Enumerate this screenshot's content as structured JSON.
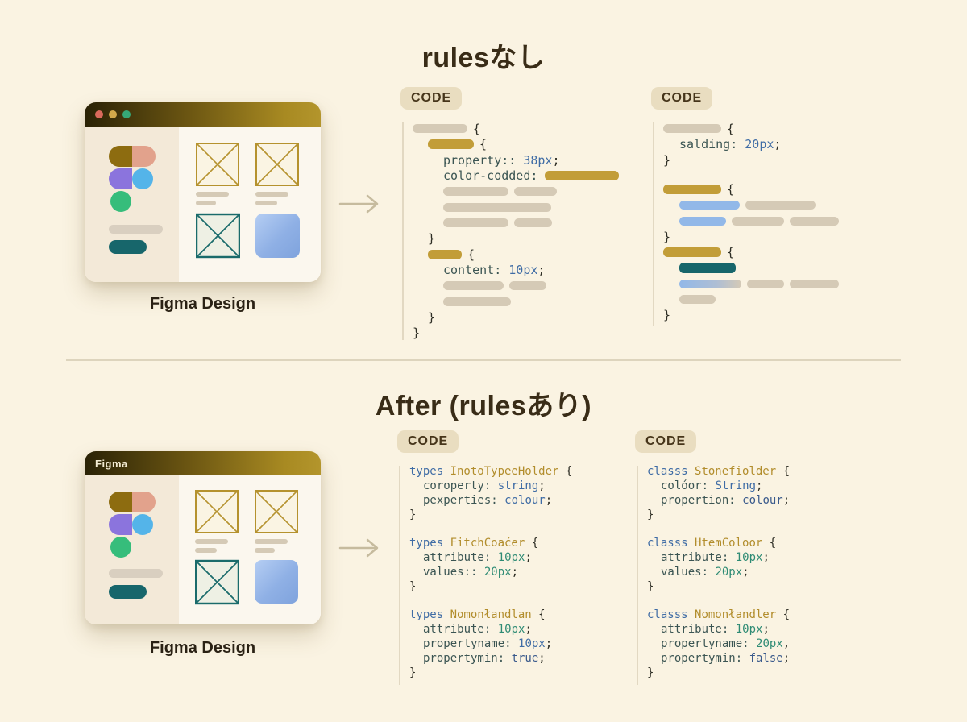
{
  "before": {
    "title": "rulesなし",
    "figma": {
      "caption": "Figma Design"
    },
    "code1": {
      "badge": "CODE",
      "lines": [
        {
          "in": 0,
          "toks": [
            {
              "pill": "gray",
              "w": 68
            },
            {
              "s": "{",
              "c": "brace"
            }
          ]
        },
        {
          "in": 1,
          "toks": [
            {
              "pill": "gold",
              "w": 57
            },
            {
              "s": "{",
              "c": "brace"
            }
          ]
        },
        {
          "in": 2,
          "toks": [
            {
              "s": "property:: ",
              "c": "name"
            },
            {
              "s": "38px",
              "c": "blue"
            },
            {
              "s": ";",
              "c": "brace"
            }
          ]
        },
        {
          "in": 2,
          "toks": [
            {
              "s": "color-codded: ",
              "c": "name"
            },
            {
              "pill": "gold",
              "w": 92
            }
          ]
        },
        {
          "in": 2,
          "toks": [
            {
              "pill": "gray",
              "w": 81
            },
            {
              "pill": "gray",
              "w": 53
            }
          ]
        },
        {
          "in": 2,
          "toks": [
            {
              "pill": "gray",
              "w": 134
            }
          ]
        },
        {
          "in": 2,
          "toks": [
            {
              "pill": "gray",
              "w": 81
            },
            {
              "pill": "gray",
              "w": 47
            }
          ]
        },
        {
          "in": 1,
          "toks": [
            {
              "s": "}",
              "c": "brace"
            }
          ]
        },
        {
          "in": 1,
          "toks": [
            {
              "pill": "gold",
              "w": 42
            },
            {
              "s": "{",
              "c": "brace"
            }
          ]
        },
        {
          "in": 2,
          "toks": [
            {
              "s": "content: ",
              "c": "name"
            },
            {
              "s": "10px",
              "c": "blue"
            },
            {
              "s": ";",
              "c": "brace"
            }
          ]
        },
        {
          "in": 2,
          "toks": [
            {
              "pill": "gray",
              "w": 75
            },
            {
              "pill": "gray",
              "w": 46
            }
          ]
        },
        {
          "in": 2,
          "toks": [
            {
              "pill": "gray",
              "w": 84
            }
          ]
        },
        {
          "in": 1,
          "toks": [
            {
              "s": "}",
              "c": "brace"
            }
          ]
        },
        {
          "in": 0,
          "toks": [
            {
              "s": "}",
              "c": "brace"
            }
          ]
        }
      ]
    },
    "code2": {
      "badge": "CODE",
      "lines": [
        {
          "in": 0,
          "toks": [
            {
              "pill": "gray",
              "w": 72
            },
            {
              "s": "{",
              "c": "brace"
            }
          ]
        },
        {
          "in": 1,
          "toks": [
            {
              "s": "salding: ",
              "c": "name"
            },
            {
              "s": "20px",
              "c": "blue"
            },
            {
              "s": ";",
              "c": "brace"
            }
          ]
        },
        {
          "in": 0,
          "toks": [
            {
              "s": "}",
              "c": "brace"
            }
          ]
        },
        {
          "in": 0,
          "gap": true,
          "toks": [
            {
              "pill": "gold",
              "w": 72
            },
            {
              "s": "{",
              "c": "brace"
            }
          ]
        },
        {
          "in": 1,
          "toks": [
            {
              "pill": "blue",
              "w": 75
            },
            {
              "pill": "gray",
              "w": 87
            }
          ]
        },
        {
          "in": 1,
          "toks": [
            {
              "pill": "blue",
              "w": 58
            },
            {
              "pill": "gray",
              "w": 65
            },
            {
              "pill": "gray",
              "w": 61
            }
          ]
        },
        {
          "in": 0,
          "toks": [
            {
              "s": "}",
              "c": "brace"
            }
          ]
        },
        {
          "in": 0,
          "toks": [
            {
              "pill": "gold",
              "w": 72
            },
            {
              "s": "{",
              "c": "brace"
            }
          ]
        },
        {
          "in": 1,
          "toks": [
            {
              "pill": "teal",
              "w": 70
            }
          ]
        },
        {
          "in": 1,
          "toks": [
            {
              "pill": "bluefade",
              "w": 77
            },
            {
              "pill": "gray",
              "w": 46
            },
            {
              "pill": "gray",
              "w": 61
            }
          ]
        },
        {
          "in": 1,
          "toks": [
            {
              "pill": "gray",
              "w": 45
            }
          ]
        },
        {
          "in": 0,
          "toks": [
            {
              "s": "}",
              "c": "brace"
            }
          ]
        }
      ]
    }
  },
  "after": {
    "title": "After (rulesあり)",
    "figma": {
      "caption": "Figma Design",
      "titlebar": "Figma"
    },
    "code1": {
      "badge": "CODE",
      "lines": [
        {
          "in": 0,
          "toks": [
            {
              "s": "types ",
              "c": "blue"
            },
            {
              "s": "InotoTypeeHolder ",
              "c": "gold"
            },
            {
              "s": "{",
              "c": "brace"
            }
          ]
        },
        {
          "in": 1,
          "toks": [
            {
              "s": "coroperty: ",
              "c": "name"
            },
            {
              "s": "string",
              "c": "blue"
            },
            {
              "s": ";",
              "c": "brace"
            }
          ]
        },
        {
          "in": 1,
          "toks": [
            {
              "s": "pexperties: ",
              "c": "name"
            },
            {
              "s": "colour",
              "c": "blue"
            },
            {
              "s": ";",
              "c": "brace"
            }
          ]
        },
        {
          "in": 0,
          "toks": [
            {
              "s": "}",
              "c": "brace"
            }
          ]
        },
        {
          "in": 0,
          "gap": true,
          "toks": [
            {
              "s": "types ",
              "c": "blue"
            },
            {
              "s": "FitchCoaćer ",
              "c": "gold"
            },
            {
              "s": "{",
              "c": "brace"
            }
          ]
        },
        {
          "in": 1,
          "toks": [
            {
              "s": "attribute: ",
              "c": "name"
            },
            {
              "s": "10px",
              "c": "teal"
            },
            {
              "s": ";",
              "c": "brace"
            }
          ]
        },
        {
          "in": 1,
          "toks": [
            {
              "s": "values:: ",
              "c": "name"
            },
            {
              "s": "20px",
              "c": "teal"
            },
            {
              "s": ";",
              "c": "brace"
            }
          ]
        },
        {
          "in": 0,
          "toks": [
            {
              "s": "}",
              "c": "brace"
            }
          ]
        },
        {
          "in": 0,
          "gap": true,
          "toks": [
            {
              "s": "types ",
              "c": "blue"
            },
            {
              "s": "Nomonłandlan ",
              "c": "gold"
            },
            {
              "s": "{",
              "c": "brace"
            }
          ]
        },
        {
          "in": 1,
          "toks": [
            {
              "s": "attribute: ",
              "c": "name"
            },
            {
              "s": "10px",
              "c": "teal"
            },
            {
              "s": ";",
              "c": "brace"
            }
          ]
        },
        {
          "in": 1,
          "toks": [
            {
              "s": "propertyname: ",
              "c": "name"
            },
            {
              "s": "10px",
              "c": "blue"
            },
            {
              "s": ";",
              "c": "brace"
            }
          ]
        },
        {
          "in": 1,
          "toks": [
            {
              "s": "propertymin: ",
              "c": "name"
            },
            {
              "s": "true",
              "c": "navy"
            },
            {
              "s": ";",
              "c": "brace"
            }
          ]
        },
        {
          "in": 0,
          "toks": [
            {
              "s": "}",
              "c": "brace"
            }
          ]
        }
      ]
    },
    "code2": {
      "badge": "CODE",
      "lines": [
        {
          "in": 0,
          "toks": [
            {
              "s": "classs ",
              "c": "blue"
            },
            {
              "s": "Stonefiolder ",
              "c": "gold"
            },
            {
              "s": "{",
              "c": "brace"
            }
          ]
        },
        {
          "in": 1,
          "toks": [
            {
              "s": "colóor: ",
              "c": "name"
            },
            {
              "s": "String",
              "c": "blue"
            },
            {
              "s": ";",
              "c": "brace"
            }
          ]
        },
        {
          "in": 1,
          "toks": [
            {
              "s": "propertion: ",
              "c": "name"
            },
            {
              "s": "colour",
              "c": "navy"
            },
            {
              "s": ";",
              "c": "brace"
            }
          ]
        },
        {
          "in": 0,
          "toks": [
            {
              "s": "}",
              "c": "brace"
            }
          ]
        },
        {
          "in": 0,
          "gap": true,
          "toks": [
            {
              "s": "classs ",
              "c": "blue"
            },
            {
              "s": "HtemColoor ",
              "c": "gold"
            },
            {
              "s": "{",
              "c": "brace"
            }
          ]
        },
        {
          "in": 1,
          "toks": [
            {
              "s": "attribute: ",
              "c": "name"
            },
            {
              "s": "10px",
              "c": "teal"
            },
            {
              "s": ";",
              "c": "brace"
            }
          ]
        },
        {
          "in": 1,
          "toks": [
            {
              "s": "values: ",
              "c": "name"
            },
            {
              "s": "20px",
              "c": "teal"
            },
            {
              "s": ";",
              "c": "brace"
            }
          ]
        },
        {
          "in": 0,
          "toks": [
            {
              "s": "}",
              "c": "brace"
            }
          ]
        },
        {
          "in": 0,
          "gap": true,
          "toks": [
            {
              "s": "classs ",
              "c": "blue"
            },
            {
              "s": "Nomonłandler ",
              "c": "gold"
            },
            {
              "s": "{",
              "c": "brace"
            }
          ]
        },
        {
          "in": 1,
          "toks": [
            {
              "s": "attribute: ",
              "c": "name"
            },
            {
              "s": "10px",
              "c": "teal"
            },
            {
              "s": ";",
              "c": "brace"
            }
          ]
        },
        {
          "in": 1,
          "toks": [
            {
              "s": "propertyname: ",
              "c": "name"
            },
            {
              "s": "20px",
              "c": "teal"
            },
            {
              "s": ",",
              "c": "brace"
            }
          ]
        },
        {
          "in": 1,
          "toks": [
            {
              "s": "propertymin: ",
              "c": "name"
            },
            {
              "s": "false",
              "c": "navy"
            },
            {
              "s": ";",
              "c": "brace"
            }
          ]
        },
        {
          "in": 0,
          "toks": [
            {
              "s": "}",
              "c": "brace"
            }
          ]
        }
      ]
    }
  },
  "colors": {
    "background": "#faf3e2",
    "title_text": "#392c17",
    "identifier_gold": "#b28d2c",
    "keyword_blue": "#3f6ca5",
    "value_teal": "#2e8b74",
    "pill_gray": "#d5cab6",
    "pill_gold": "#c29d38",
    "pill_blue": "#92b8e8",
    "pill_teal": "#17666b",
    "titlebar_gradient_start": "#2a2206",
    "titlebar_gradient_end": "#b3952c"
  }
}
